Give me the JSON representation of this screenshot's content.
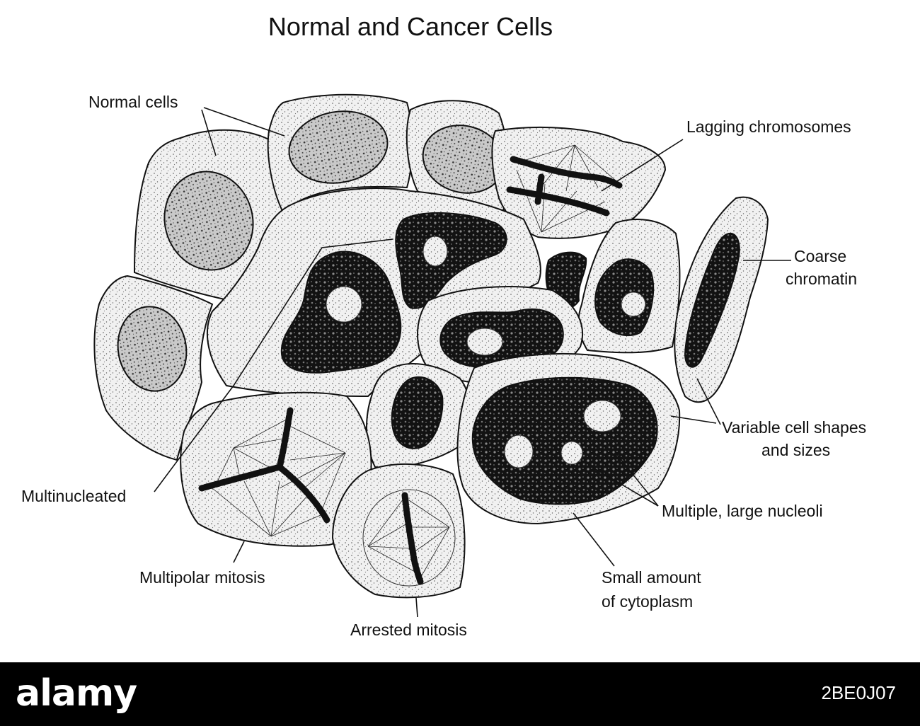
{
  "title": "Normal and Cancer Cells",
  "labels": {
    "normal_cells": "Normal cells",
    "lagging_chromosomes": "Lagging chromosomes",
    "coarse_chromatin_1": "Coarse",
    "coarse_chromatin_2": "chromatin",
    "variable_shapes_1": "Variable cell shapes",
    "variable_shapes_2": "and sizes",
    "multinucleated": "Multinucleated",
    "multiple_nucleoli": "Multiple, large nucleoli",
    "multipolar_mitosis": "Multipolar mitosis",
    "small_cytoplasm_1": "Small amount",
    "small_cytoplasm_2": "of cytoplasm",
    "arrested_mitosis": "Arrested mitosis"
  },
  "watermark": {
    "logo": "alamy",
    "image_id": "2BE0J07"
  },
  "colors": {
    "ink": "#111111",
    "paper": "#ffffff",
    "banner": "#000000"
  }
}
